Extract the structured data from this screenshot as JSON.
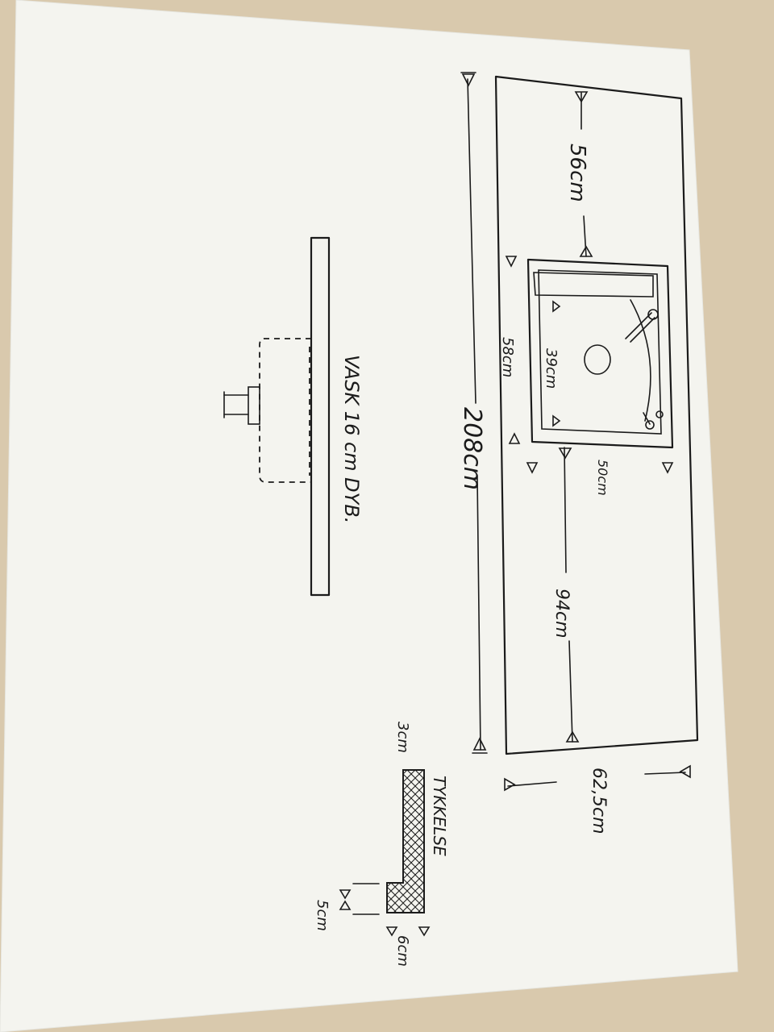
{
  "labels": {
    "overall_length": "208cm",
    "depth": "62,5cm",
    "left_offset": "56cm",
    "right_offset": "94cm",
    "cutout_width": "58cm",
    "cutout_depth": "50cm",
    "bowl_width": "39cm",
    "sink_depth_note": "VASK 16 cm DYB.",
    "thickness_title": "TYKKELSE",
    "thickness_top": "3cm",
    "thickness_edge": "6cm",
    "thickness_gap": "5cm"
  },
  "colors": {
    "paper": "#f4f4ef",
    "ink": "#1b1b1b",
    "table": "#d9c9ad"
  }
}
